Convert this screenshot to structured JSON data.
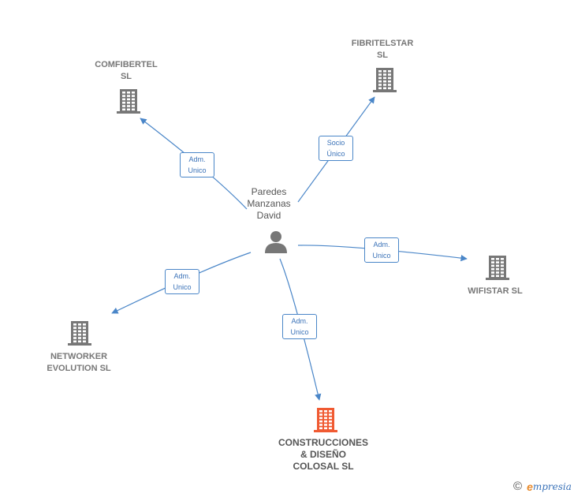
{
  "center": {
    "lines": [
      "Paredes",
      "Manzanas",
      "David"
    ],
    "icon": "person-icon"
  },
  "companies": [
    {
      "id": "comfibertel",
      "lines": [
        "COMFIBERTEL",
        "SL"
      ],
      "icon": "building-icon",
      "color": "#777777",
      "highlight": false
    },
    {
      "id": "fibritelstar",
      "lines": [
        "FIBRITELSTAR",
        "SL"
      ],
      "icon": "building-icon",
      "color": "#777777",
      "highlight": false
    },
    {
      "id": "wifistar",
      "lines": [
        "WIFISTAR  SL"
      ],
      "icon": "building-icon",
      "color": "#777777",
      "highlight": false
    },
    {
      "id": "networker",
      "lines": [
        "NETWORKER",
        "EVOLUTION SL"
      ],
      "icon": "building-icon",
      "color": "#777777",
      "highlight": false
    },
    {
      "id": "construcciones",
      "lines": [
        "CONSTRUCCIONES",
        "& DISEÑO",
        "COLOSAL  SL"
      ],
      "icon": "building-icon",
      "color": "#f05a32",
      "highlight": true
    }
  ],
  "edges": [
    {
      "to": "comfibertel",
      "lines": [
        "Adm.",
        "Unico"
      ]
    },
    {
      "to": "fibritelstar",
      "lines": [
        "Socio",
        "Único"
      ]
    },
    {
      "to": "wifistar",
      "lines": [
        "Adm.",
        "Unico"
      ]
    },
    {
      "to": "networker",
      "lines": [
        "Adm.",
        "Unico"
      ]
    },
    {
      "to": "construcciones",
      "lines": [
        "Adm.",
        "Unico"
      ]
    }
  ],
  "colors": {
    "edge": "#4a86c8",
    "node_gray": "#777777",
    "node_highlight": "#f05a32"
  },
  "footer": {
    "copyright_symbol": "©",
    "brand_first": "e",
    "brand_rest": "mpresia"
  }
}
